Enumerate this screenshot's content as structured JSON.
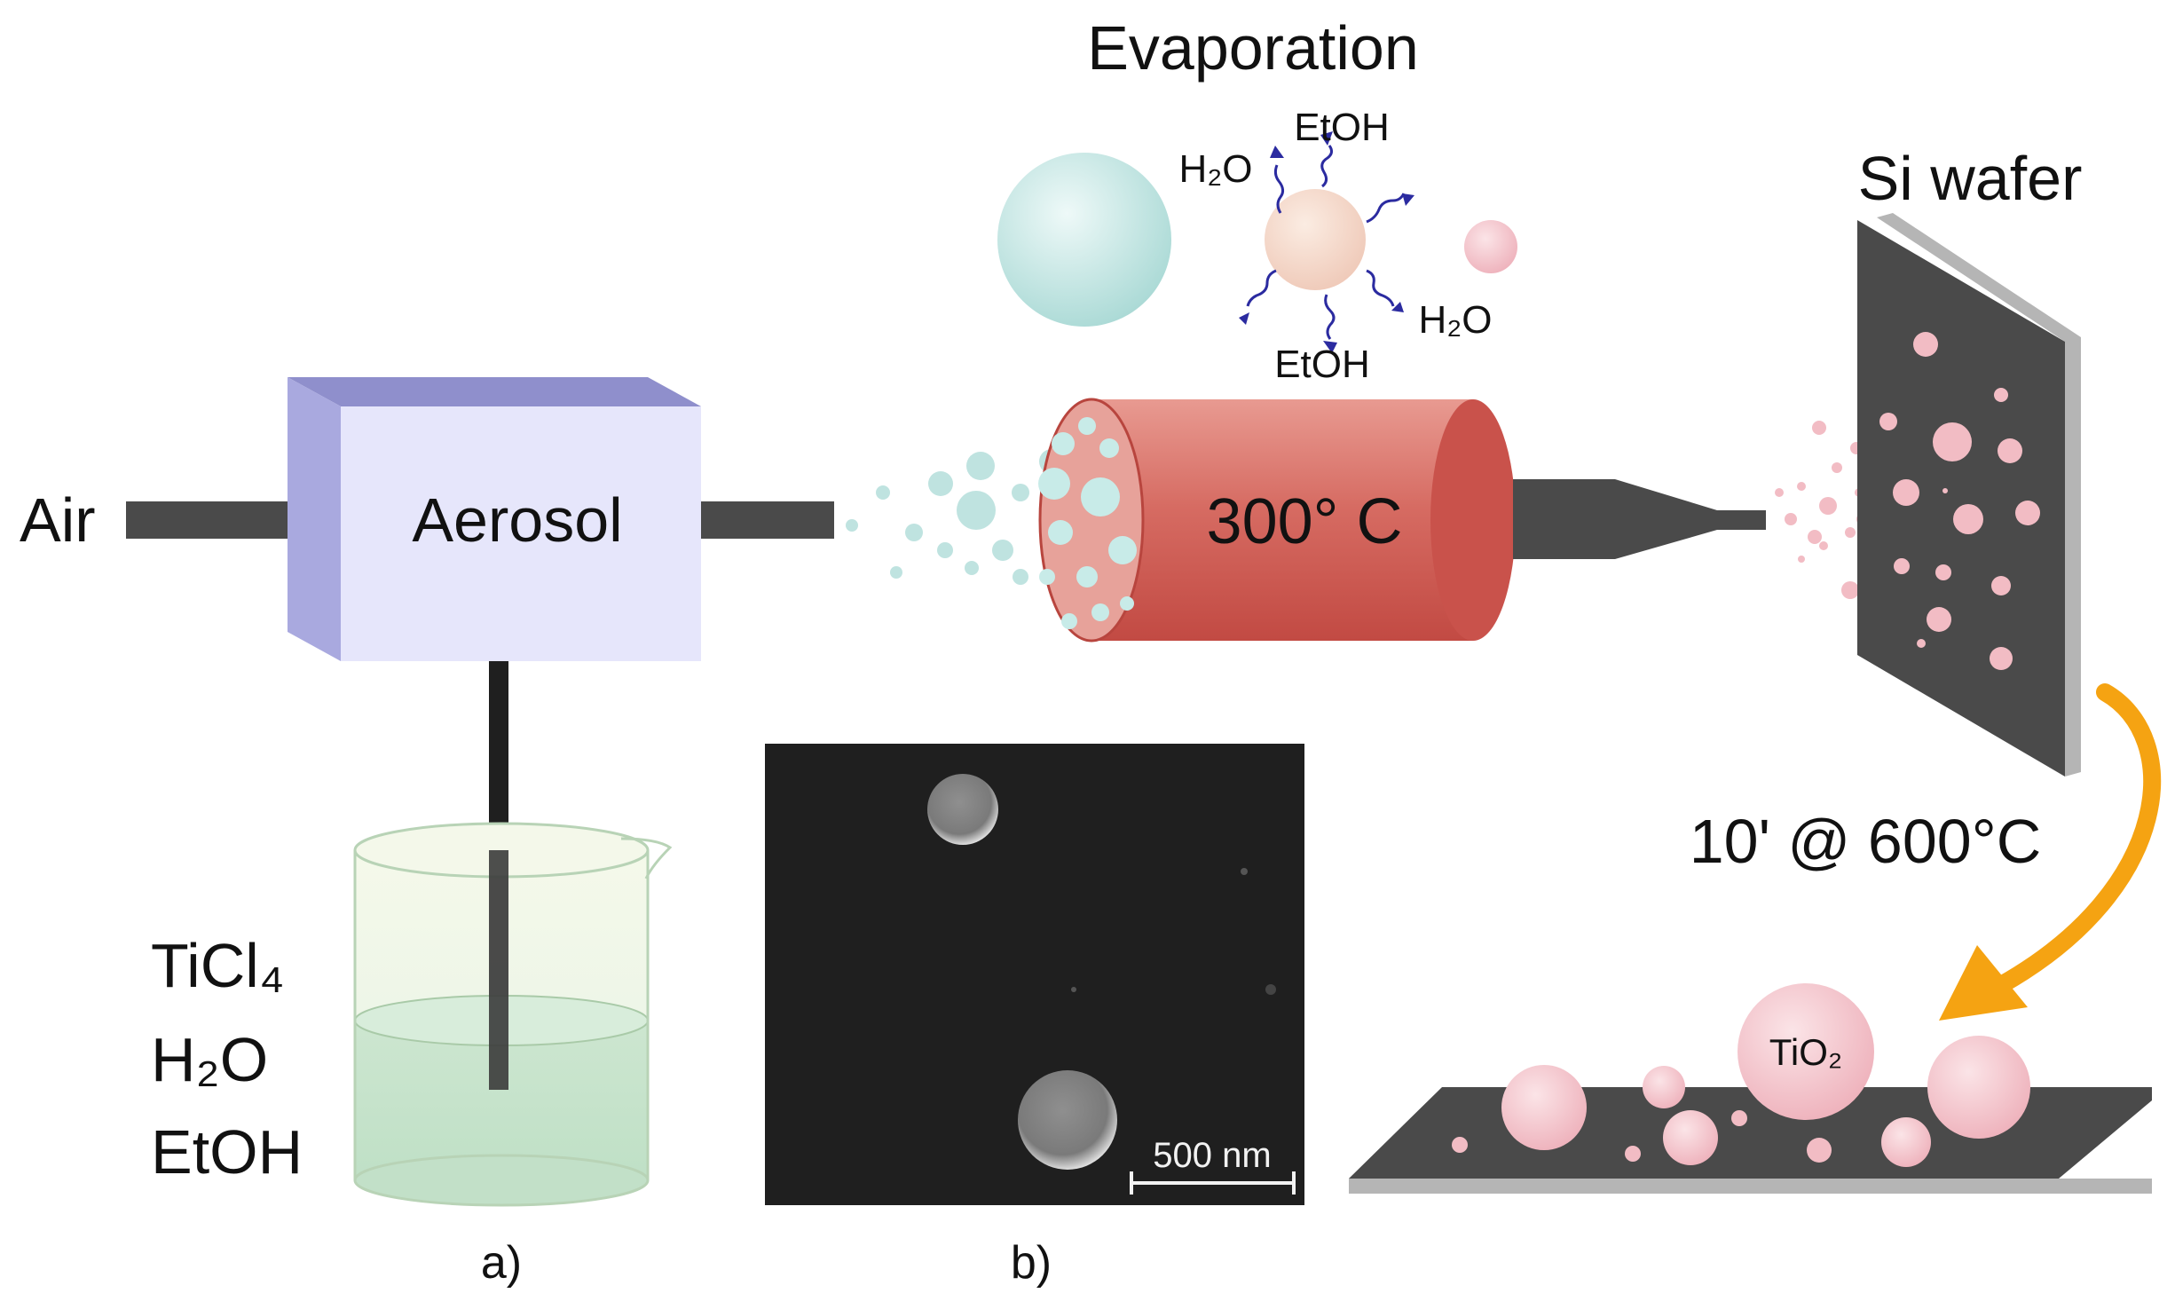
{
  "labels": {
    "air": "Air",
    "aerosol": "Aerosol",
    "evaporation": "Evaporation",
    "h2o_top": "H₂O",
    "etoh_top": "EtOH",
    "h2o_right": "H₂O",
    "etoh_bottom": "EtOH",
    "furnace_temp": "300° C",
    "si_wafer": "Si wafer",
    "anneal": "10' @ 600°C",
    "tio2": "TiO₂",
    "reagent_1": "TiCl₄",
    "reagent_2": "H₂O",
    "reagent_3": "EtOH",
    "panel_a": "a)",
    "panel_b": "b)",
    "scale_bar": "500 nm"
  },
  "colors": {
    "aerosol_front": "#e6e6fb",
    "aerosol_top": "#8f8fcc",
    "aerosol_side": "#a9a9df",
    "pipe": "#4a4a4a",
    "droplet": "#bfe3e0",
    "furnace": "#d2605a",
    "particle": "#f2bcc4",
    "wafer": "#4a4a4a",
    "arrow": "#f5a312",
    "beaker_liquid": "#cfe7d2"
  }
}
